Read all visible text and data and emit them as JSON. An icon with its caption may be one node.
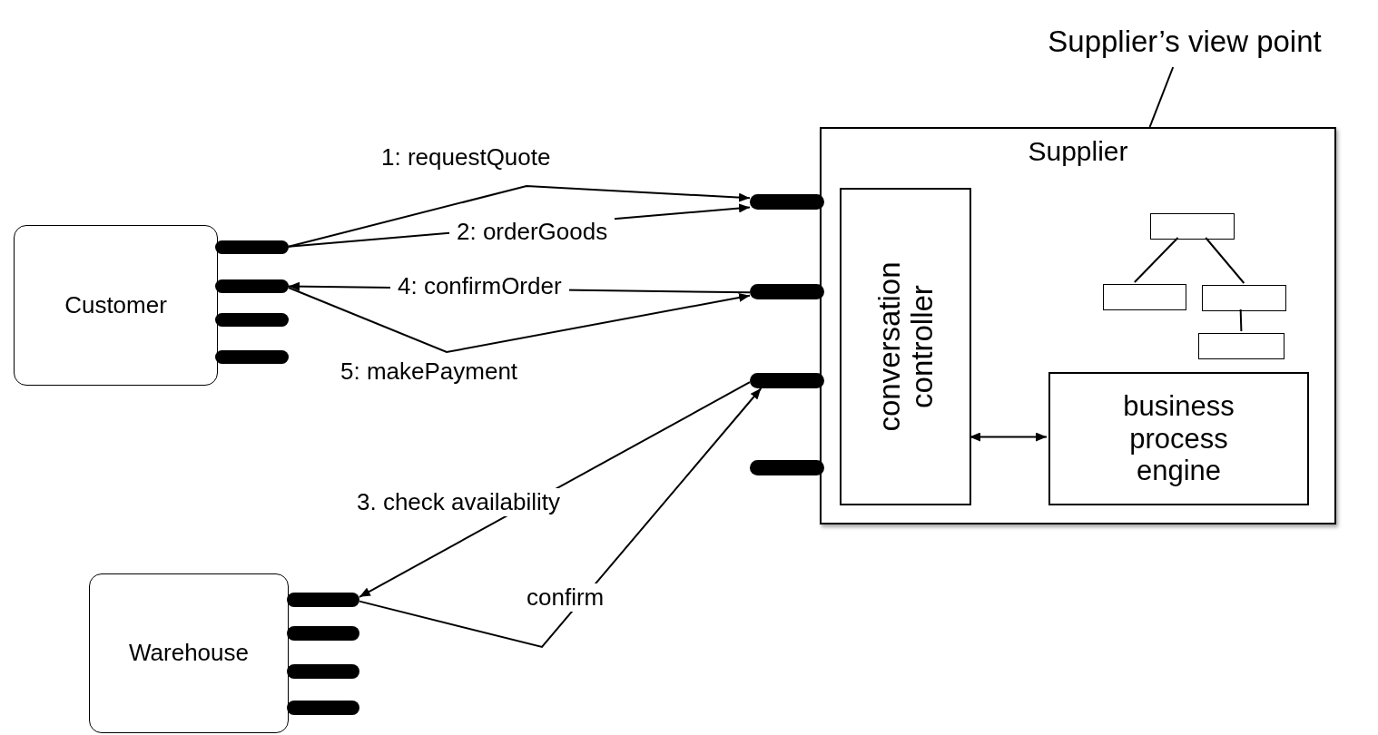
{
  "diagram": {
    "nodes": [
      {
        "text": [
          "Supplier’s view point"
        ]
      },
      {
        "text": [
          "Supplier"
        ]
      },
      {
        "text": [
          "conversation controller"
        ],
        "in": 1
      },
      {
        "text": [],
        "shape": "box",
        "in": 1
      },
      {
        "text": [],
        "shape": "box",
        "in": 1
      },
      {
        "text": [],
        "shape": "box",
        "in": 1
      },
      {
        "text": [],
        "shape": "box",
        "in": 1
      },
      {
        "text": [
          "business process engine"
        ],
        "in": 1
      },
      {
        "text": [
          "Customer"
        ]
      },
      {
        "text": [],
        "shape": "bar"
      },
      {
        "text": [],
        "shape": "bar"
      },
      {
        "text": [],
        "shape": "bar"
      },
      {
        "text": [],
        "shape": "bar"
      },
      {
        "text": [],
        "shape": "bar"
      },
      {
        "text": [],
        "shape": "bar"
      },
      {
        "text": [],
        "shape": "bar"
      },
      {
        "text": [],
        "shape": "bar"
      },
      {
        "text": [
          "Warehouse"
        ]
      },
      {
        "text": [],
        "shape": "bar"
      },
      {
        "text": [],
        "shape": "bar"
      },
      {
        "text": [],
        "shape": "bar"
      },
      {
        "text": [],
        "shape": "bar"
      }
    ],
    "edges": [
      {
        "from": 0,
        "to": 1,
        "arrow": "none"
      },
      {
        "from": 9,
        "to": 13,
        "arrow": "to",
        "label": "1: requestQuote"
      },
      {
        "from": 9,
        "to": 13,
        "arrow": "to",
        "label": "2: orderGoods"
      },
      {
        "from": 14,
        "to": 10,
        "arrow": "to",
        "label": "4: confirmOrder"
      },
      {
        "from": 10,
        "to": 14,
        "arrow": "to",
        "label": "5: makePayment"
      },
      {
        "from": 15,
        "to": 18,
        "arrow": "to",
        "label": "3. check availability"
      },
      {
        "from": 18,
        "to": 15,
        "arrow": "to",
        "label": "confirm"
      },
      {
        "from": 3,
        "to": 4,
        "arrow": "none"
      },
      {
        "from": 3,
        "to": 5,
        "arrow": "none"
      },
      {
        "from": 5,
        "to": 6,
        "arrow": "none"
      },
      {
        "from": 2,
        "to": 7,
        "arrow": "both"
      }
    ]
  }
}
